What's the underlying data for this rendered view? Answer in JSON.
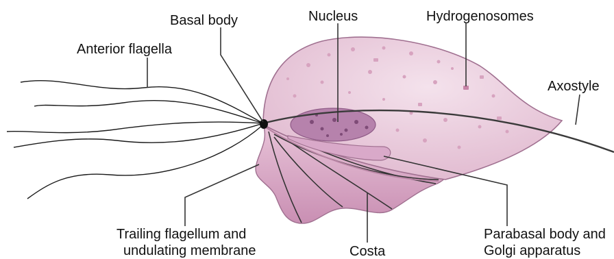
{
  "labels": {
    "basal_body": "Basal body",
    "nucleus": "Nucleus",
    "hydrogenosomes": "Hydrogenosomes",
    "anterior_flagella": "Anterior flagella",
    "axostyle": "Axostyle",
    "trailing_flagellum_line1": "Trailing flagellum and",
    "trailing_flagellum_line2": "undulating membrane",
    "costa": "Costa",
    "parabasal_line1": "Parabasal body and",
    "parabasal_line2": "Golgi apparatus"
  },
  "colors": {
    "cell_body": "#e9c9dc",
    "cell_outline": "#a07090",
    "nucleus": "#b682ac",
    "membrane": "#d6a6c4",
    "parabasal": "#d9a9c9",
    "axostyle": "#3a3a3a",
    "granules": "#d7a3bf"
  }
}
